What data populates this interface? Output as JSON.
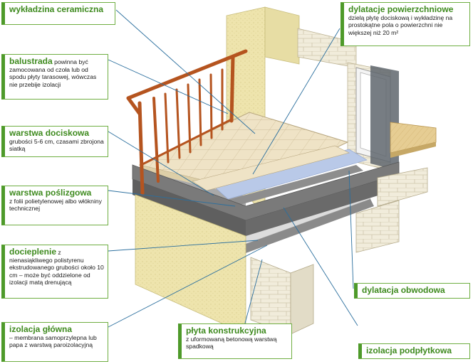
{
  "colors": {
    "accent": "#4e9a2a",
    "title_text": "#3e8a1e",
    "leader_line": "#2b6f9e",
    "wall_plaster": "#efe6b0",
    "brick": "#f0ebd8",
    "tile": "#efe3c6",
    "railing": "#b5541f",
    "slab": "#6f6f6f",
    "insulation": "#d8d8d8",
    "membrane": "#b9c9e8",
    "wood_floor": "#e3c98f"
  },
  "labels": {
    "wykladzina": {
      "title": "wykładzina ceramiczna",
      "text": ""
    },
    "balustrada": {
      "title": "balustrada",
      "text": " powinna być zamocowana od czoła lub od spodu płyty tarasowej, wówczas nie przebije izolacji"
    },
    "dociskowa": {
      "title": "warstwa dociskowa",
      "text": "grubości 5-6 cm, czasami zbrojona siatką"
    },
    "poslizgowa": {
      "title": "warstwa poślizgowa",
      "text": "z folii polietylenowej albo włókniny technicznej"
    },
    "docieplenie": {
      "title": "docieplenie",
      "text": " z nienasiąkliwego polistyrenu ekstrudowanego grubości około 10 cm – może być oddzielone od izolacji matą drenującą"
    },
    "izolacja_glowna": {
      "title": "izolacja główna",
      "text": "– membrana samoprzylepna lub papa z warstwą paroizolacyjną"
    },
    "plyta": {
      "title": "płyta konstrukcyjna",
      "text": "z uformowaną betonową warstwą spadkową"
    },
    "dylatacje": {
      "title": "dylatacje powierzchniowe",
      "text": " dzielą płytę dociskową i wykładzinę na prostokątne pola o powierzchni nie większej niż 20 m²"
    },
    "obwodowa": {
      "title": "dylatacja obwodowa",
      "text": ""
    },
    "podplytkowa": {
      "title": "izolacja podpłytkowa",
      "text": ""
    }
  }
}
